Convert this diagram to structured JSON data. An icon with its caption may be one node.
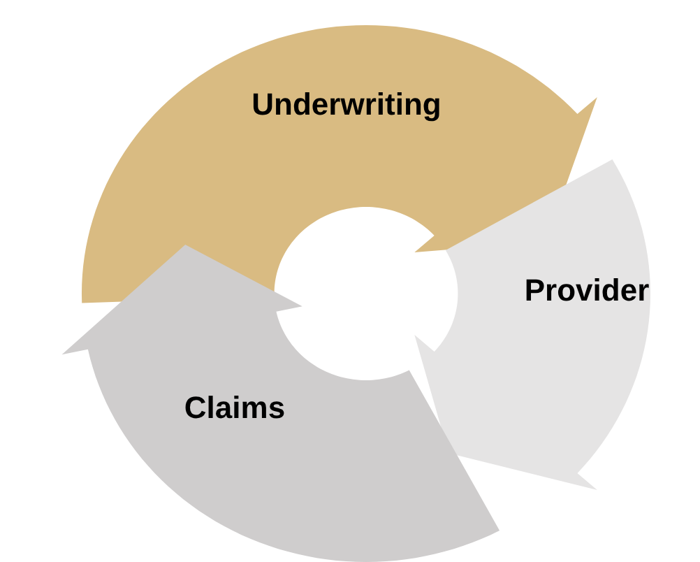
{
  "diagram": {
    "nodes": [
      {
        "text": [
          "Underwriting"
        ]
      },
      {
        "text": [
          "Provider"
        ]
      },
      {
        "text": [
          "Claims"
        ]
      }
    ]
  }
}
